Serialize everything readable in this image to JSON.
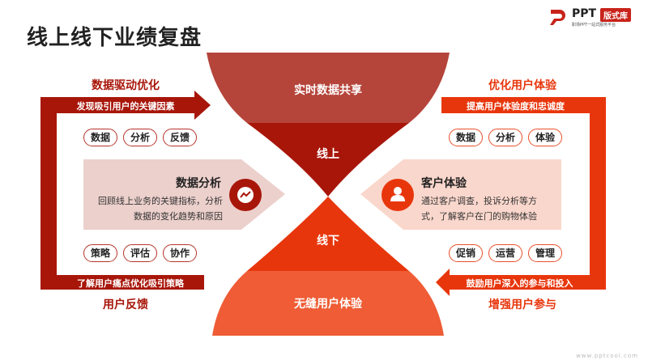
{
  "title": "线上线下业绩复盘",
  "logo": {
    "brand": "PPT",
    "tag": "版式库",
    "subtitle": "职场PPT一站式服务平台"
  },
  "hourglass": {
    "top": "实时数据共享",
    "upper": "线上",
    "lower": "线下",
    "bottom": "无缝用户体验"
  },
  "left": {
    "heading_top": "数据驱动优化",
    "bar_top": "发现吸引用户的关键因素",
    "bar_bottom": "了解用户痛点优化吸引策略",
    "heading_bottom": "用户反馈",
    "tags_top": [
      "数据",
      "分析",
      "反馈"
    ],
    "tags_bottom": [
      "策略",
      "评估",
      "协作"
    ],
    "card": {
      "title": "数据分析",
      "desc": "回顾线上业务的关键指标，分析数据的变化趋势和原因"
    }
  },
  "right": {
    "heading_top": "优化用户体验",
    "bar_top": "提高用户体验度和忠诚度",
    "bar_bottom": "鼓励用户深入的参与和投入",
    "heading_bottom": "增强用户参与",
    "tags_top": [
      "数据",
      "分析",
      "体验"
    ],
    "tags_bottom": [
      "促销",
      "运营",
      "管理"
    ],
    "card": {
      "title": "客户体验",
      "desc": "通过客户调查，投诉分析等方式，了解客户在门的购物体验"
    }
  },
  "footer": "www.pptcool.com",
  "colors": {
    "dark": "#a8160a",
    "mid": "#b5443a",
    "orange": "#e8360c",
    "light_orange": "#ef5c35"
  }
}
